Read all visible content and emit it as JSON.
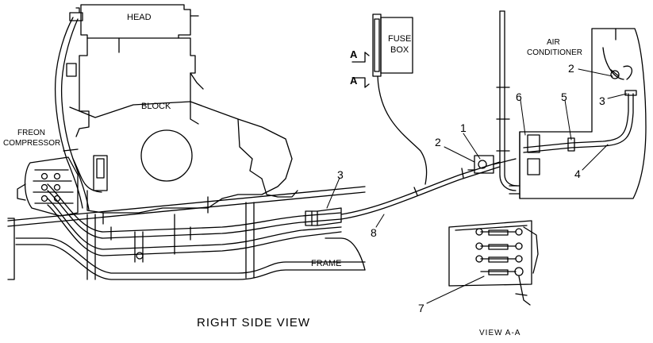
{
  "labels": {
    "head": "HEAD",
    "block": "BLOCK",
    "freon_line1": "FREON",
    "freon_line2": "COMPRESSOR",
    "fuse_line1": "FUSE",
    "fuse_line2": "BOX",
    "ac_line1": "AIR",
    "ac_line2": "CONDITIONER",
    "frame": "FRAME",
    "section_a_top": "A",
    "section_a_bottom": "A",
    "right_side_view": "RIGHT  SIDE  VIEW",
    "view_aa": "VIEW  A-A"
  },
  "callouts": {
    "c1": "1",
    "c2_left": "2",
    "c2_right": "2",
    "c3_left": "3",
    "c3_right": "3",
    "c4": "4",
    "c5": "5",
    "c6": "6",
    "c7": "7",
    "c8": "8"
  }
}
